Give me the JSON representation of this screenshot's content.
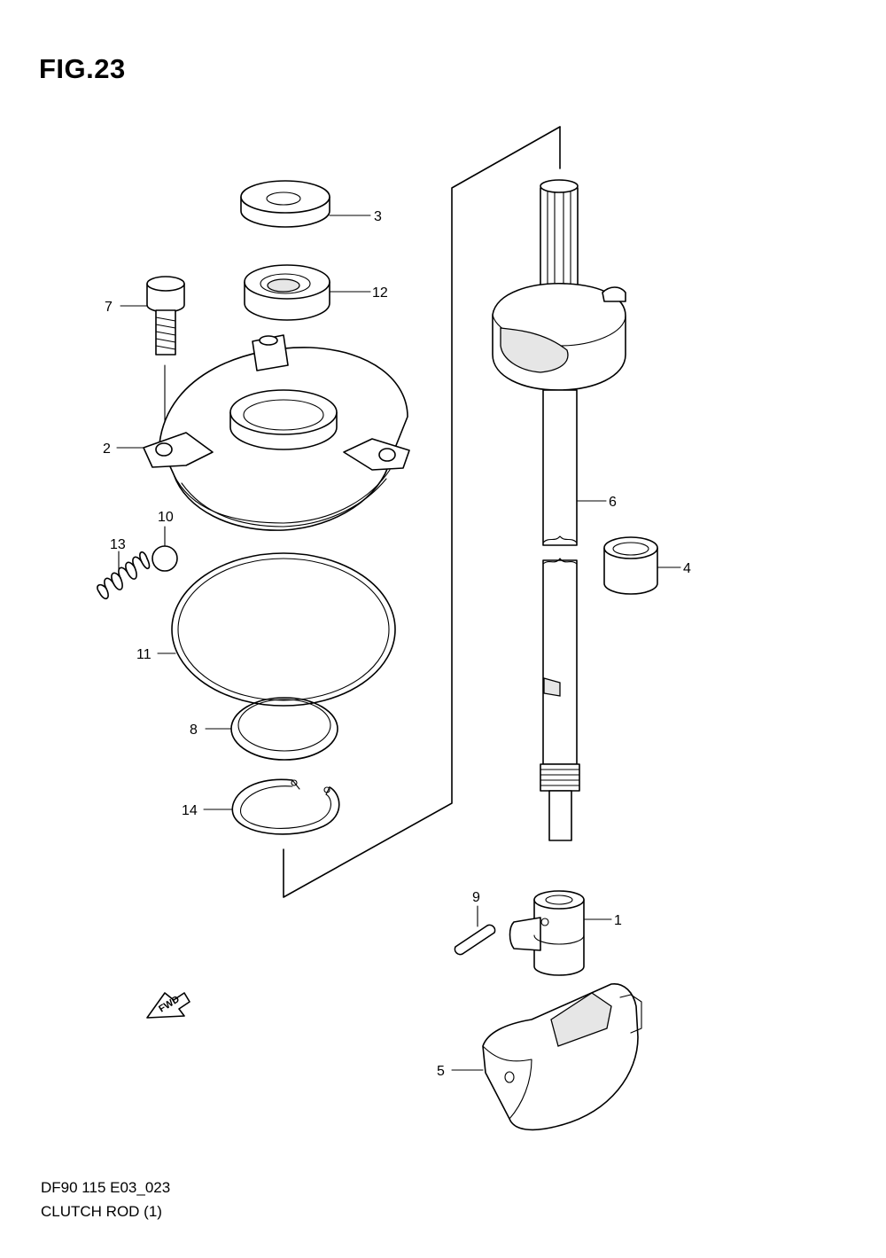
{
  "figure_title": "FIG.23",
  "diagram_code": "DF90 115 E03_023",
  "diagram_name": "CLUTCH ROD (1)",
  "fwd_label": "FWD",
  "callouts": [
    "1",
    "2",
    "3",
    "4",
    "5",
    "6",
    "7",
    "8",
    "9",
    "10",
    "11",
    "12",
    "13",
    "14"
  ]
}
